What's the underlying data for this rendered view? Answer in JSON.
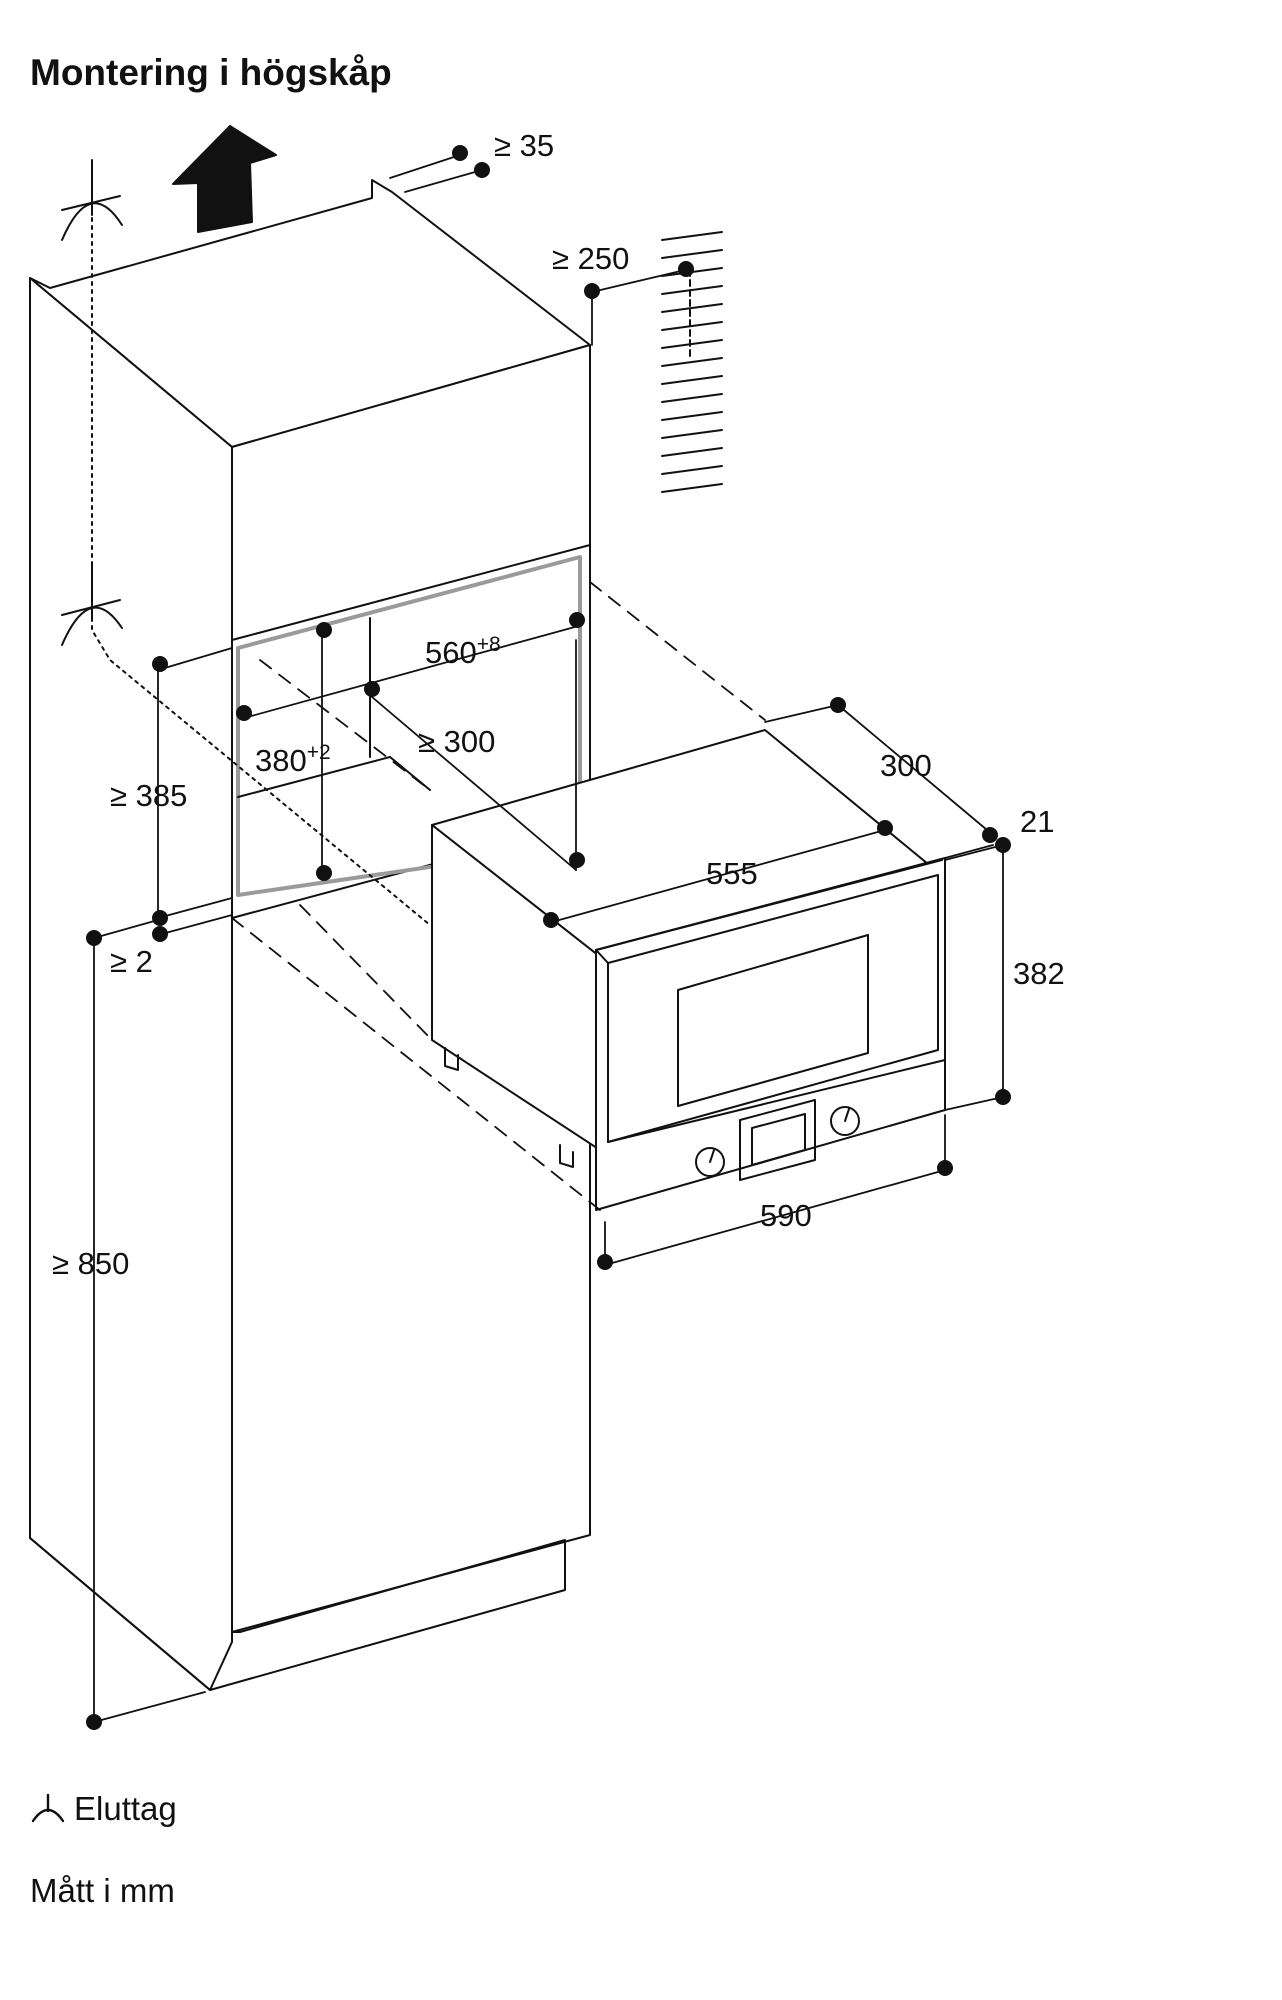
{
  "title": "Montering i högskåp",
  "dimensions": {
    "top_gap": "≥ 35",
    "rear_gap": "≥ 250",
    "niche_width": "560",
    "niche_width_tol": "+8",
    "niche_height": "380",
    "niche_height_tol": "+2",
    "niche_depth": "≥ 300",
    "opening_height": "≥ 385",
    "bottom_gap": "≥ 2",
    "floor_height": "≥ 850",
    "appliance_depth": "300",
    "front_offset": "21",
    "appliance_width_body": "555",
    "appliance_height": "382",
    "appliance_width": "590"
  },
  "legend": {
    "socket_label": "Eluttag",
    "units_label": "Mått i mm"
  },
  "icons": {
    "socket": "power-socket-icon",
    "arrow": "ventilation-arrow-icon"
  },
  "colors": {
    "line": "#111111",
    "niche_frame": "#9a9a9a",
    "background": "#ffffff"
  }
}
